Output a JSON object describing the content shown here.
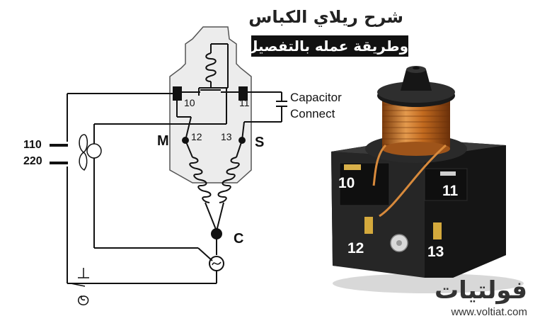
{
  "title": {
    "line1": "شرح ريلاي الكباس",
    "line2": "وطريقة عمله بالتفصيل"
  },
  "diagram": {
    "capacitor_label_1": "Capacitor",
    "capacitor_label_2": "Connect",
    "supply_label_1": "110",
    "supply_label_2": "220",
    "relay_terminals": {
      "t10": "10",
      "t11": "11",
      "t12": "12",
      "t13": "13"
    },
    "winding_labels": {
      "main": "M",
      "start": "S",
      "common": "C"
    }
  },
  "photo": {
    "terminal_labels": {
      "t10": "10",
      "t11": "11",
      "t12": "12",
      "t13": "13"
    }
  },
  "brand": {
    "name": "فولتيات",
    "url": "www.voltiat.com"
  },
  "colors": {
    "wire": "#111111",
    "relay_body": "#e9e9e9",
    "coil_copper": "#c26a1f",
    "relay_case": "#1b1b1b",
    "title_bg": "#111111"
  }
}
